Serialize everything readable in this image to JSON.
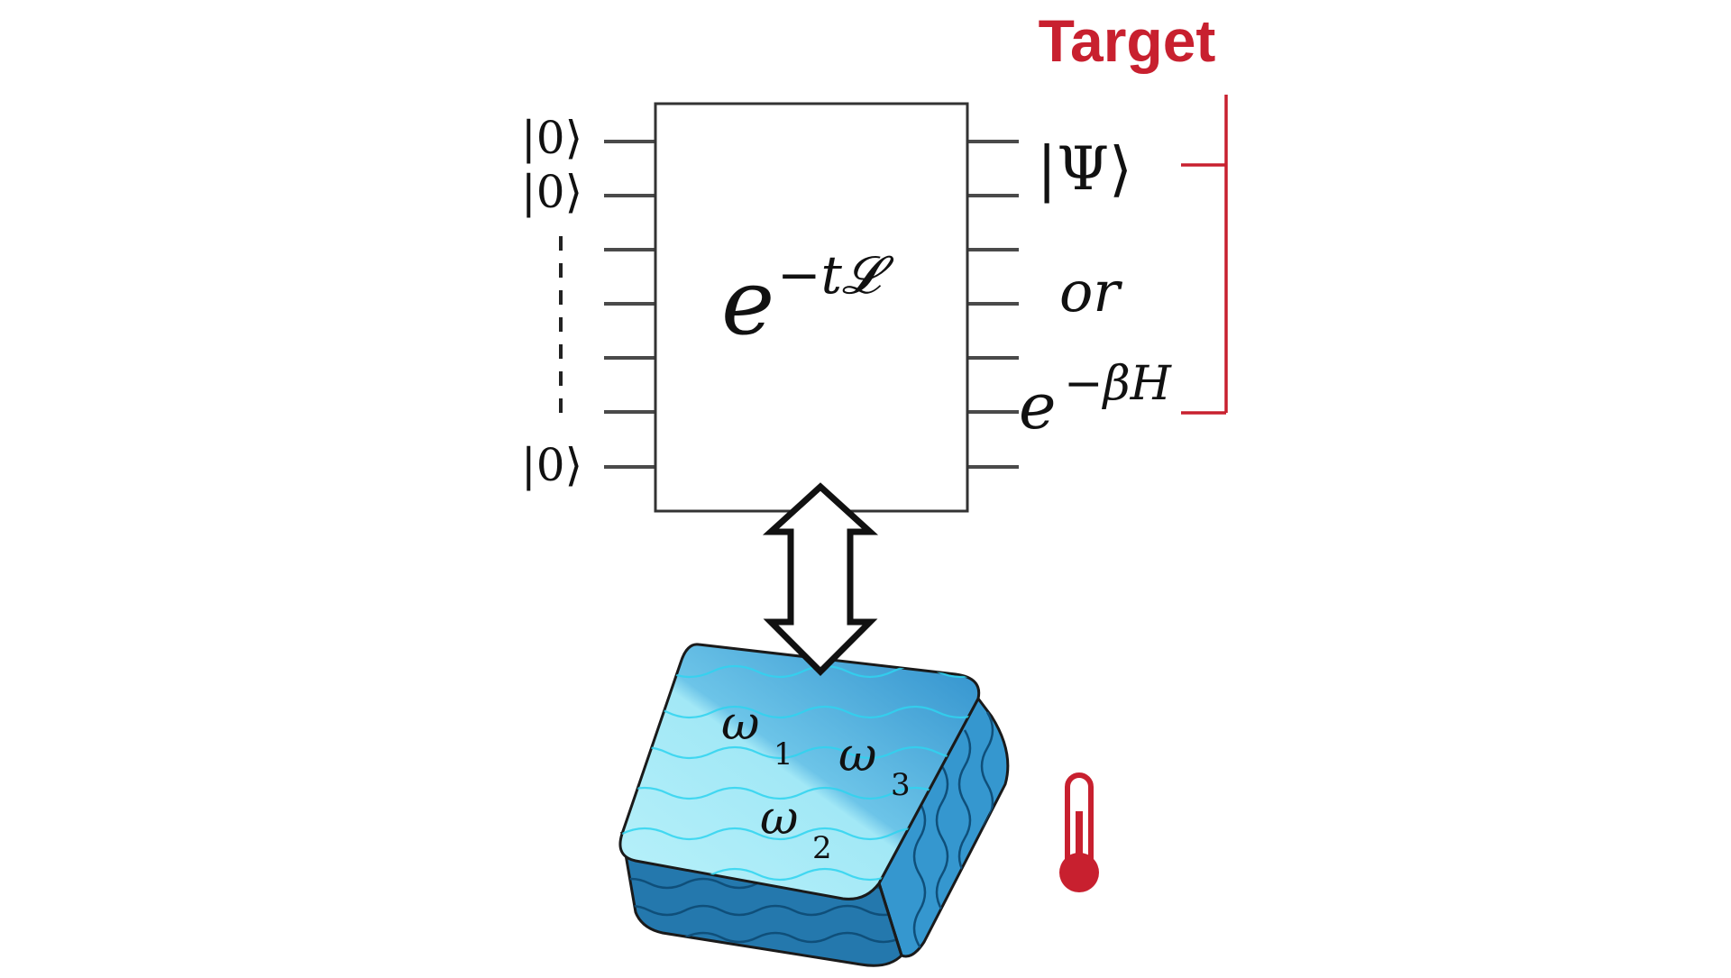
{
  "diagram": {
    "target_label": "Target",
    "input_kets": [
      "|0⟩",
      "|0⟩",
      "|0⟩"
    ],
    "gate": {
      "base": "e",
      "exponent": "−t𝓛"
    },
    "outputs": {
      "state": "|Ψ⟩",
      "connector": "or",
      "thermal": {
        "base": "e",
        "exponent": "−βH"
      }
    },
    "bath_modes": [
      {
        "symbol": "ω",
        "subscript": "1"
      },
      {
        "symbol": "ω",
        "subscript": "2"
      },
      {
        "symbol": "ω",
        "subscript": "3"
      }
    ],
    "colors": {
      "accent_red": "#c8202f",
      "wire_gray": "#4a4a4a",
      "bath_top_light": "#a6ecf7",
      "bath_top_dark": "#3f9fd6",
      "bath_side": "#2b7fb6",
      "wave_light": "#2fd4f0",
      "wave_dark": "#0f4f7a"
    },
    "icons": [
      "double-arrow-icon",
      "thermometer-icon"
    ]
  }
}
